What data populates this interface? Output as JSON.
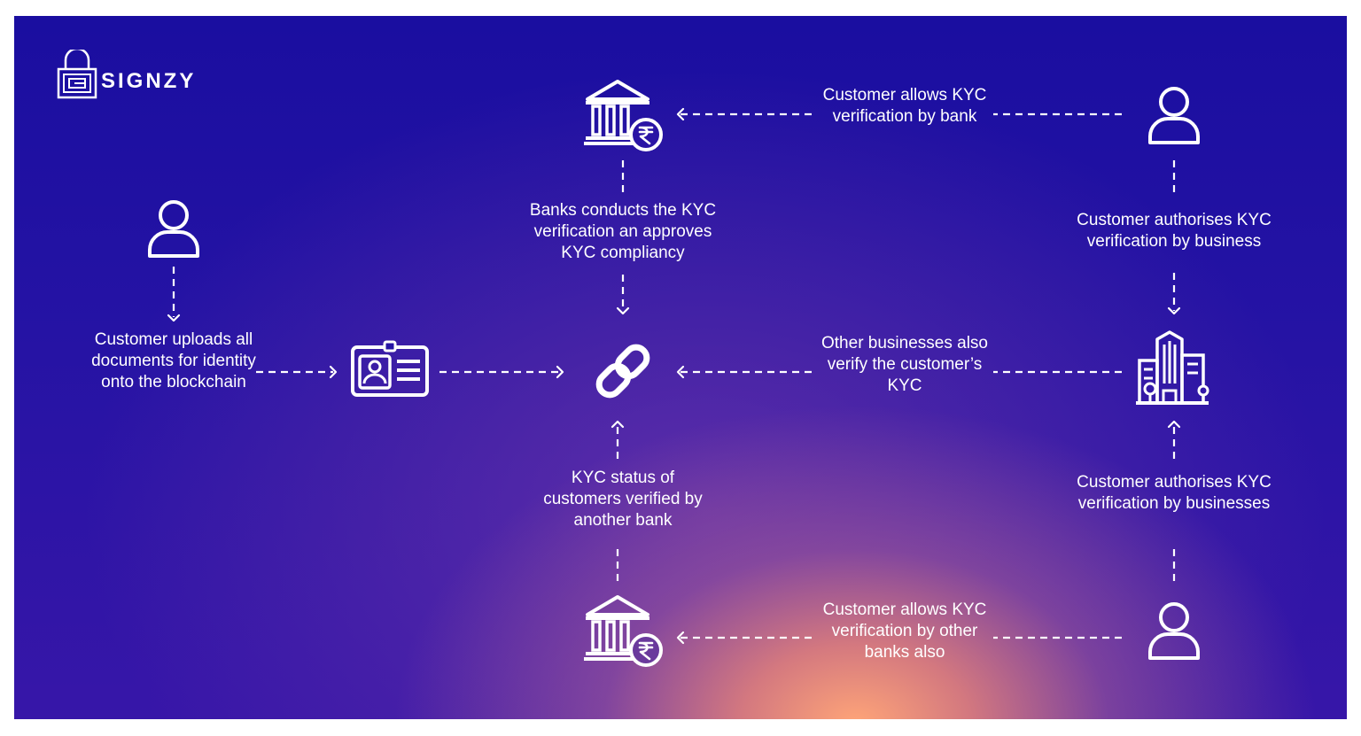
{
  "brand": {
    "name": "SIGNZY"
  },
  "labels": {
    "customer_uploads": "Customer uploads all documents for identity onto the blockchain",
    "bank_conducts": "Banks conducts the KYC verification an approves KYC compliancy",
    "customer_allows_bank": "Customer allows KYC verification by bank",
    "customer_authorises_business": "Customer authorises KYC verification by business",
    "other_businesses_verify": "Other businesses also verify the customer’s KYC",
    "kyc_status_another_bank": "KYC status of customers verified by another bank",
    "customer_authorises_businesses": "Customer authorises KYC verification by businesses",
    "customer_allows_other_banks": "Customer allows KYC verification by other banks also"
  },
  "icons": {
    "customer_left": "user-icon",
    "id_card": "id-card-icon",
    "blockchain": "chain-link-icon",
    "bank_top": "bank-rupee-icon",
    "bank_bottom": "bank-rupee-icon",
    "customer_top_right": "user-icon",
    "customer_bottom_right": "user-icon",
    "business": "office-buildings-icon"
  },
  "colors": {
    "background_top": "#1a0ea0",
    "background_glow": "#f79c74",
    "foreground": "#ffffff"
  }
}
